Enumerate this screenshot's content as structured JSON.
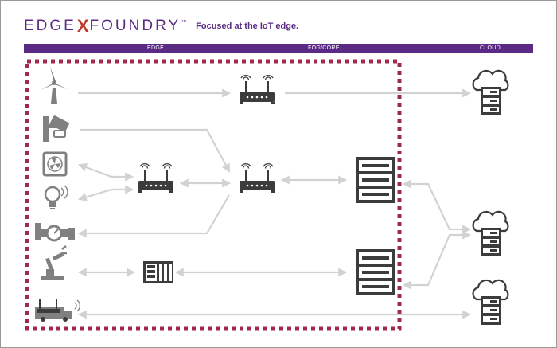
{
  "logo": {
    "part1": "EDGE",
    "x": "X",
    "part2": "FOUNDRY",
    "tm": "™"
  },
  "tagline": "Focused at the IoT edge.",
  "zones": {
    "edge": "EDGE",
    "fog": "FOG/CORE",
    "cloud": "CLOUD"
  },
  "colors": {
    "brand": "#5b2a84",
    "boundary": "#a3294a",
    "arrow": "#d2d2d2",
    "icon": "#3c3c3c"
  },
  "icons": {
    "edge_devices": [
      "wind-turbine-icon",
      "security-camera-icon",
      "hvac-fan-icon",
      "smart-bulb-icon",
      "pipe-valve-icon",
      "robot-arm-icon",
      "connected-truck-icon"
    ],
    "gateways": [
      "router-icon",
      "router-icon",
      "router-icon"
    ],
    "controller": "plc-controller-icon",
    "fog_servers": [
      "server-rack-icon",
      "server-rack-icon"
    ],
    "cloud_nodes": [
      "cloud-server-icon",
      "cloud-server-icon",
      "cloud-server-icon"
    ]
  }
}
